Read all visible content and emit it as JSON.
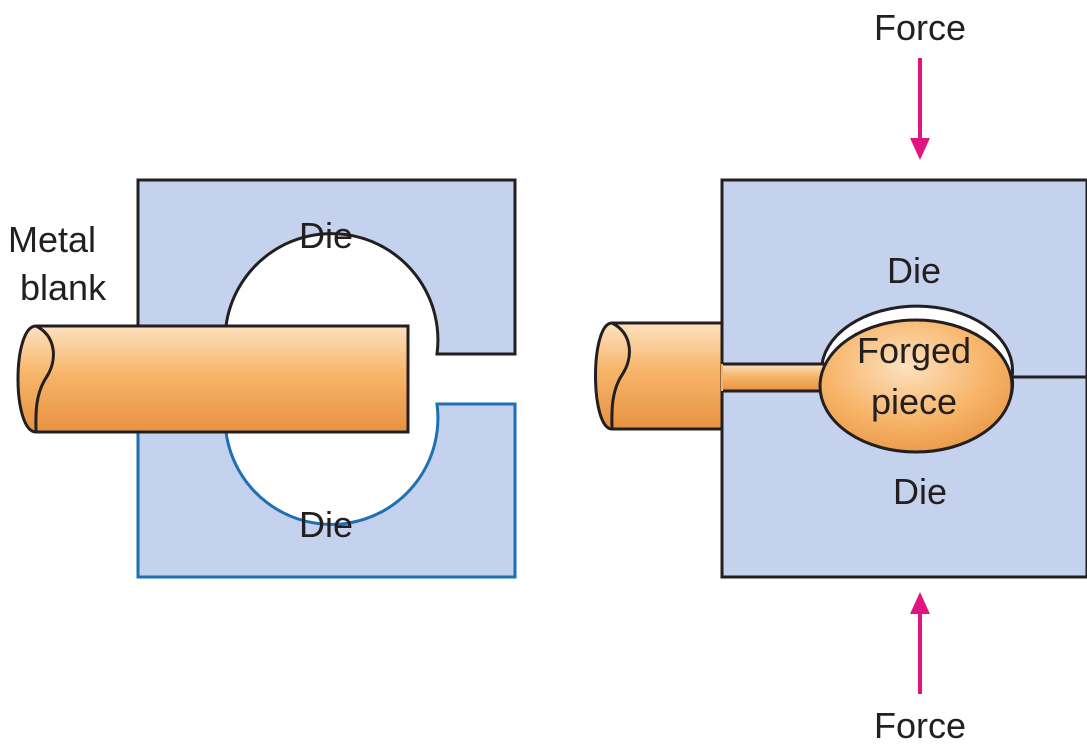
{
  "labels": {
    "metal_blank_line1": "Metal",
    "metal_blank_line2": "blank",
    "left_upper_die": "Die",
    "left_lower_die": "Die",
    "right_upper_die": "Die",
    "right_lower_die": "Die",
    "forged_piece_line1": "Forged",
    "forged_piece_line2": "piece",
    "force_top": "Force",
    "force_bottom": "Force"
  },
  "colors": {
    "die_fill": "#c5d2ed",
    "die_outline": "#231f20",
    "lower_die_outline": "#1f6fb3",
    "metal_fill": "#f5b46c",
    "force_arrow": "#e0157f"
  }
}
